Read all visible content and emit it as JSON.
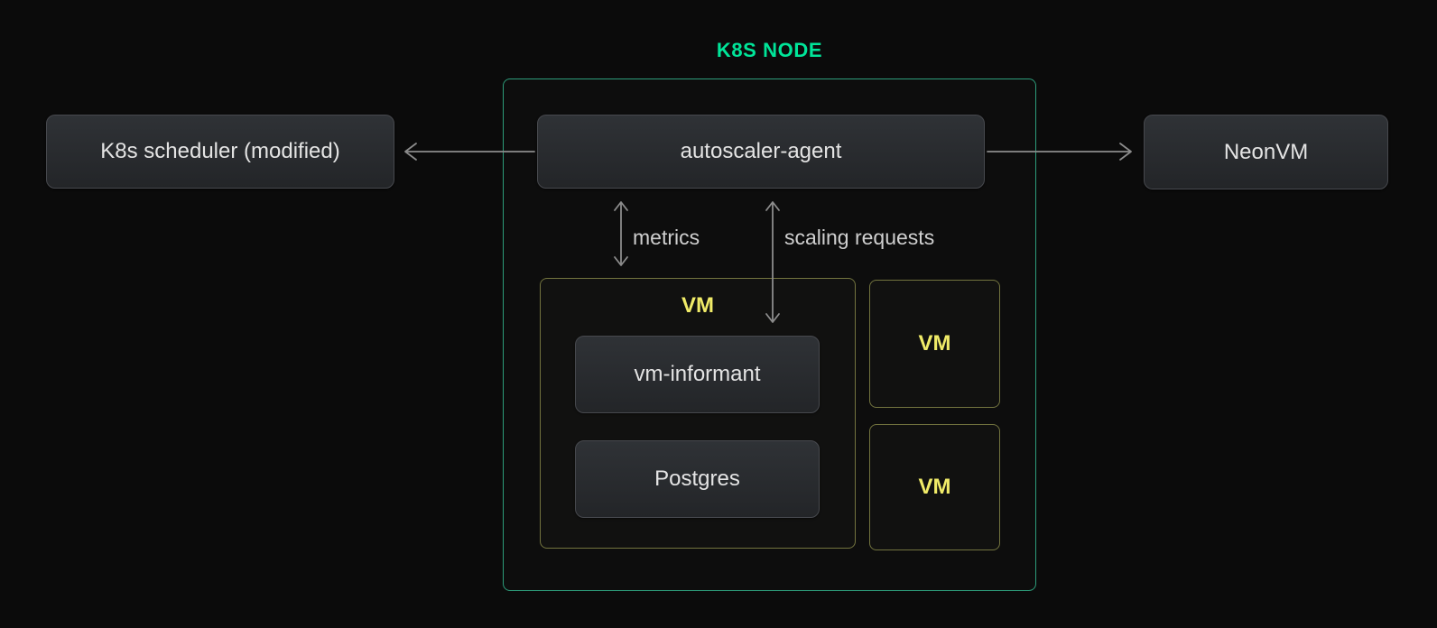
{
  "title": "K8S NODE",
  "nodes": {
    "scheduler": "K8s scheduler (modified)",
    "autoscaler_agent": "autoscaler-agent",
    "neonvm": "NeonVM",
    "vm_group_label": "VM",
    "vm_informant": "vm-informant",
    "postgres": "Postgres",
    "vm_small_top": "VM",
    "vm_small_bottom": "VM"
  },
  "edge_labels": {
    "metrics": "metrics",
    "scaling_requests": "scaling requests"
  },
  "colors": {
    "background": "#0b0b0b",
    "title_green": "#00e599",
    "group_border_green": "#2d9c7a",
    "vm_border_yellow": "#73743f",
    "vm_text_yellow": "#f0eb68",
    "arrow_gray": "#8c8c8c",
    "box_border_gray": "#47494e",
    "box_fill_top": "#2f3236",
    "box_fill_bottom": "#232528",
    "box_text": "#e4e4e4",
    "edge_label_text": "#cfcfcf"
  }
}
